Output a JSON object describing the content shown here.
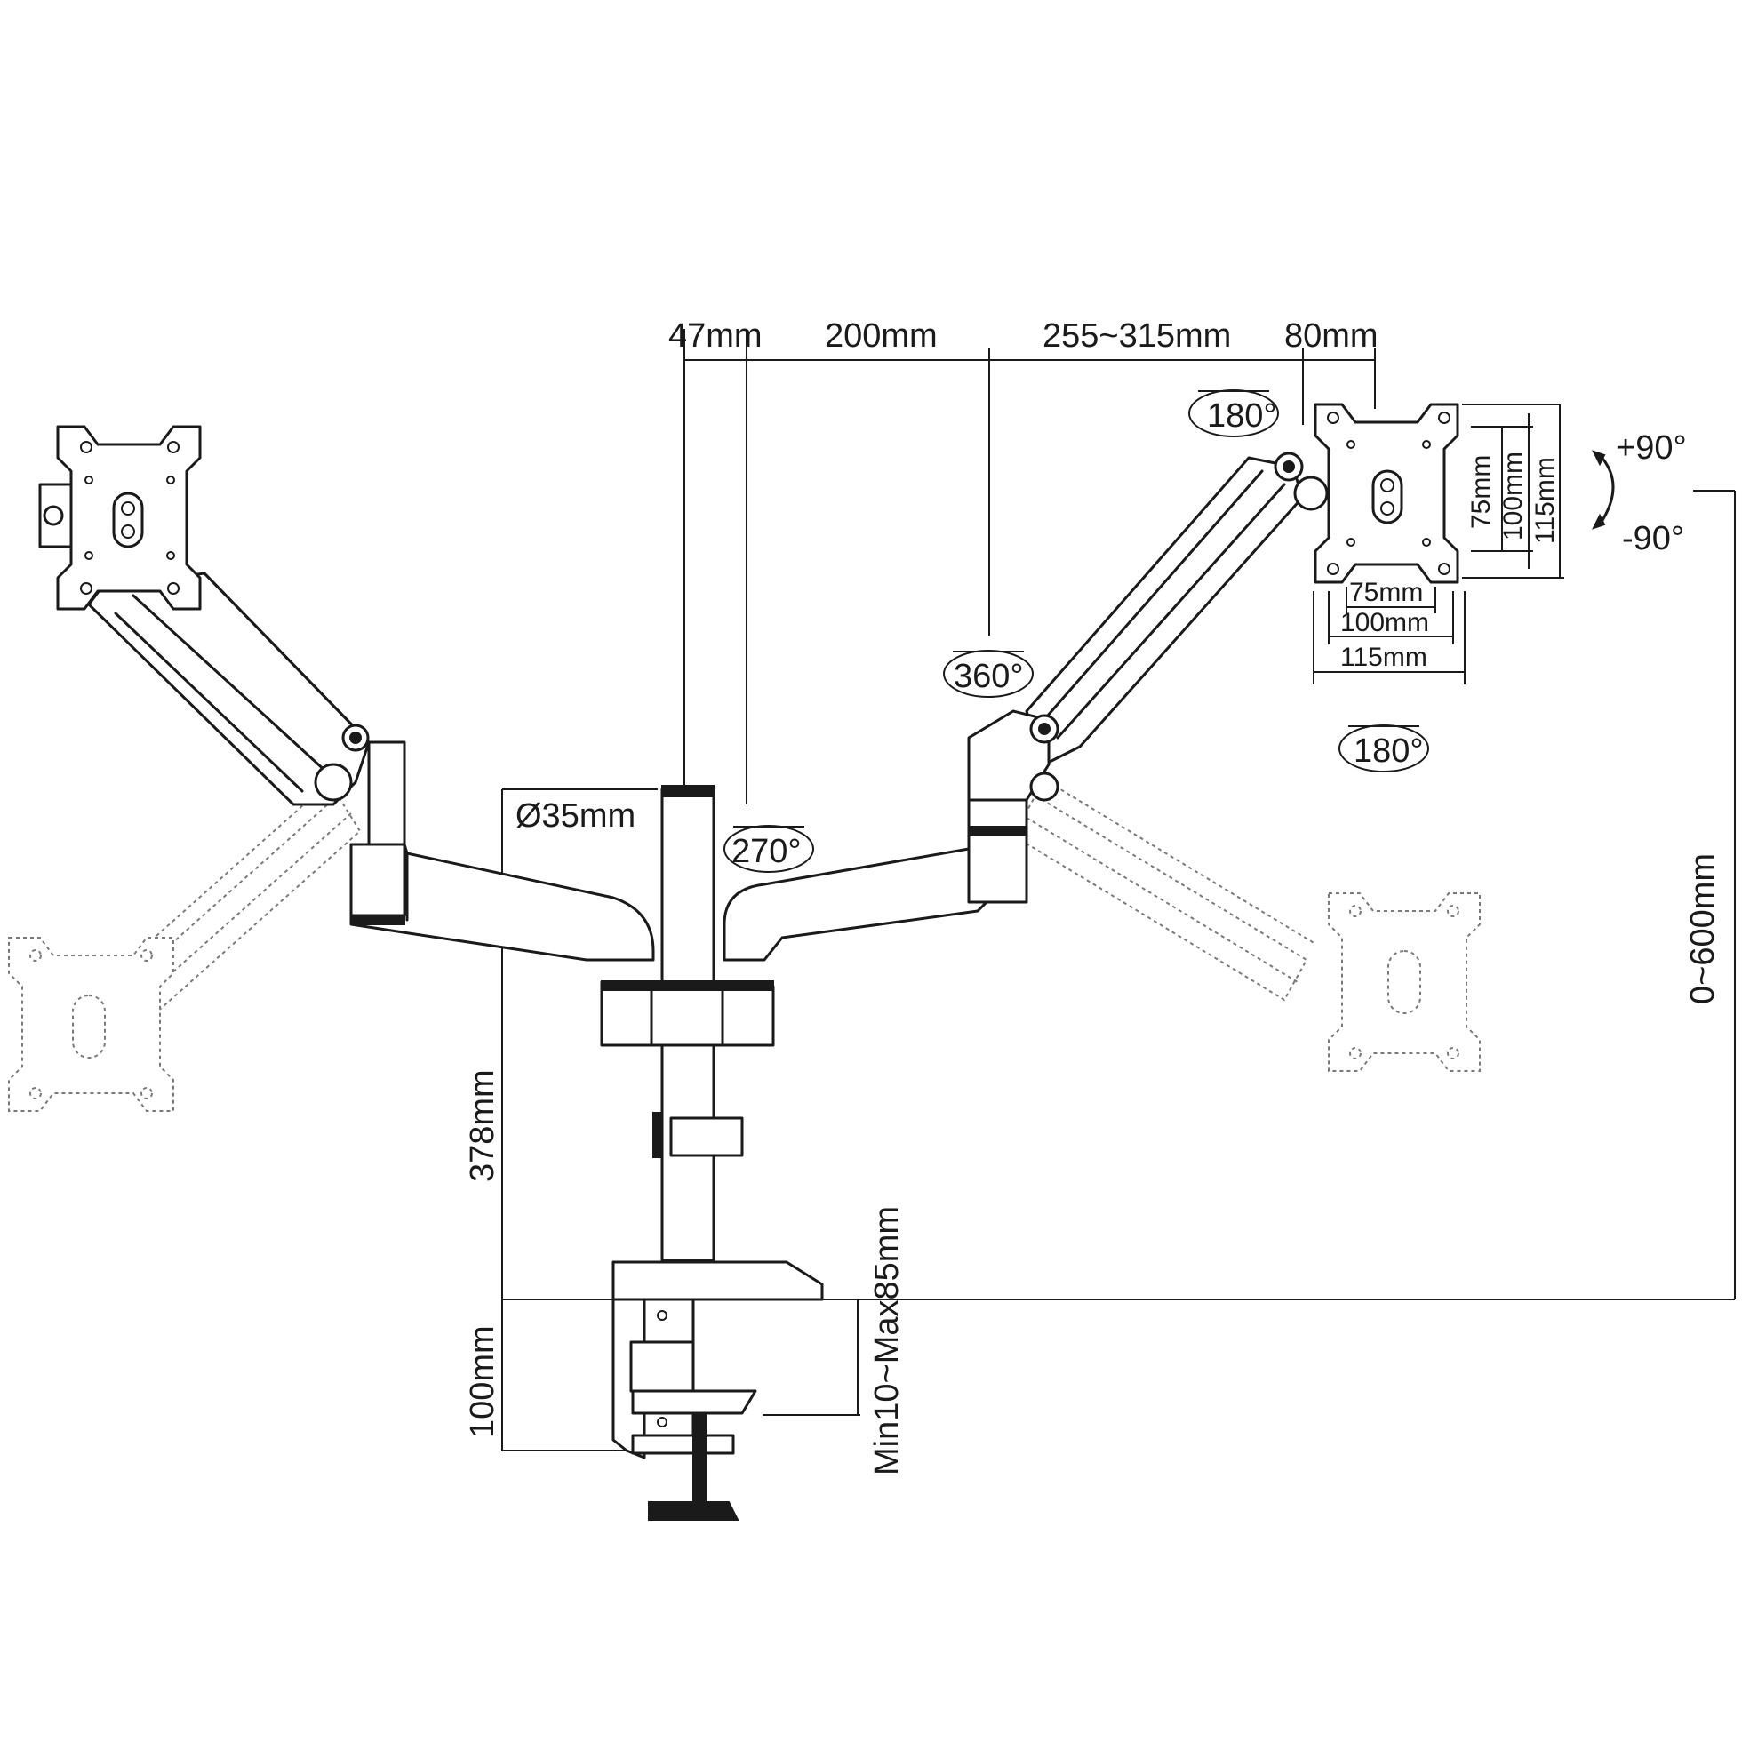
{
  "dimensions": {
    "pole_offset": "47mm",
    "arm_inner": "200mm",
    "arm_outer": "255~315mm",
    "tilt_joint": "80mm",
    "pole_diameter": "Ø35mm",
    "pole_height": "378mm",
    "clamp_height": "100mm",
    "desk_thickness": "Min10~Max85mm",
    "height_range": "0~600mm",
    "vesa_h_small": "75mm",
    "vesa_h_mid": "100mm",
    "vesa_h_large": "115mm",
    "vesa_w_small": "75mm",
    "vesa_w_mid": "100mm",
    "vesa_w_large": "115mm"
  },
  "rotations": {
    "arm_base": "270°",
    "arm_joint": "360°",
    "swivel": "180°",
    "head_rotation": "180°",
    "tilt_up": "+90°",
    "tilt_down": "-90°"
  }
}
